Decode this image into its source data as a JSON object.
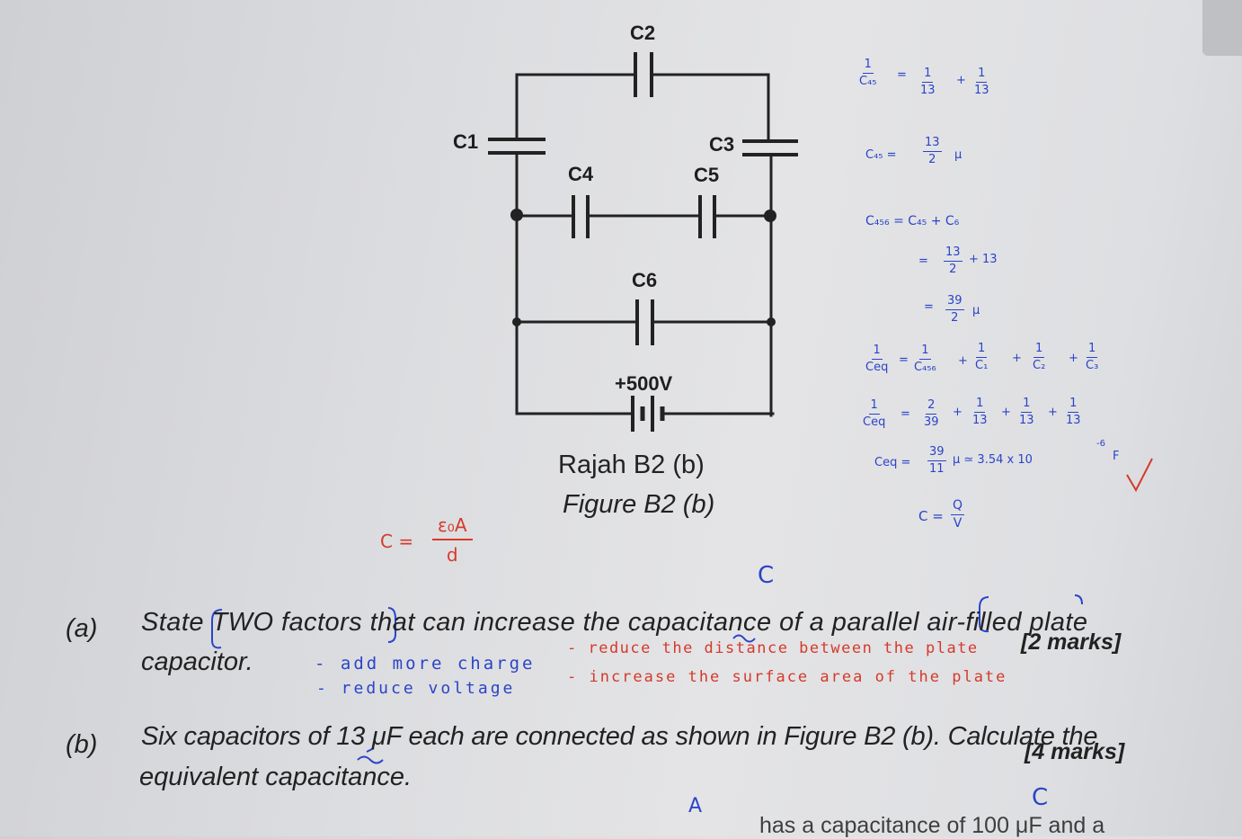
{
  "figure": {
    "capacitor_labels": [
      "C2",
      "C1",
      "C3",
      "C4",
      "C5",
      "C6"
    ],
    "source_label": "+500V",
    "caption_malay": "Rajah B2 (b)",
    "caption_english": "Figure B2 (b)"
  },
  "question_a": {
    "number": "(a)",
    "line1": "State TWO factors that can increase the capacitance of a parallel air-filled plate",
    "line2": "capacitor.",
    "marks": "[2 marks]"
  },
  "question_b": {
    "number": "(b)",
    "line1": "Six capacitors of 13 μF each are connected as shown in Figure B2 (b). Calculate the",
    "line2": "equivalent capacitance.",
    "marks": "[4 marks]"
  },
  "cutoff_text": "has a capacitance of 100 μF and a",
  "handwriting": {
    "answer_blue_1": "- add more charge",
    "answer_blue_2": "- reduce voltage",
    "answer_red_1": "- reduce the distance between the plate",
    "answer_red_2": "- increase the surface area of the plate",
    "red_formula_lhs": "C =",
    "red_formula_num": "ε₀A",
    "red_formula_den": "d",
    "blue_letter_c1": "C",
    "blue_letter_c2": "C",
    "blue_letter_a": "A",
    "working": {
      "l1_lhs_n": "1",
      "l1_lhs_d": "C₄₅",
      "l1_eq": "=",
      "l1_a_n": "1",
      "l1_a_d": "13",
      "l1_plus": "+",
      "l1_b_n": "1",
      "l1_b_d": "13",
      "l2_lhs": "C₄₅ =",
      "l2_n": "13",
      "l2_d": "2",
      "l2_unit": "μ",
      "l3": "C₄₅₆ = C₄₅ + C₆",
      "l4_eq": "=",
      "l4_n": "13",
      "l4_d": "2",
      "l4_rest": "+ 13",
      "l5_eq": "=",
      "l5_n": "39",
      "l5_d": "2",
      "l5_unit": "μ",
      "l6_lhs_n": "1",
      "l6_lhs_d": "Ceq",
      "l6_eq": "=",
      "l6_t1_n": "1",
      "l6_t1_d": "C₄₅₆",
      "l6_t2_n": "1",
      "l6_t2_d": "C₁",
      "l6_t3_n": "1",
      "l6_t3_d": "C₂",
      "l6_t4_n": "1",
      "l6_t4_d": "C₃",
      "l7_lhs_n": "1",
      "l7_lhs_d": "Ceq",
      "l7_eq": "=",
      "l7_t1_n": "2",
      "l7_t1_d": "39",
      "l7_t2_n": "1",
      "l7_t2_d": "13",
      "l7_t3_n": "1",
      "l7_t3_d": "13",
      "l7_t4_n": "1",
      "l7_t4_d": "13",
      "l8_lhs": "Ceq =",
      "l8_n": "39",
      "l8_d": "11",
      "l8_rest": "μ ≃ 3.54 x 10",
      "l8_exp": "-6",
      "l8_unit": "F",
      "l9_lhs": "C =",
      "l9_n": "Q",
      "l9_d": "V",
      "plus": "+"
    }
  },
  "colors": {
    "ink_blue": "#2a44c8",
    "ink_red": "#d43a2a",
    "print": "#222222"
  }
}
